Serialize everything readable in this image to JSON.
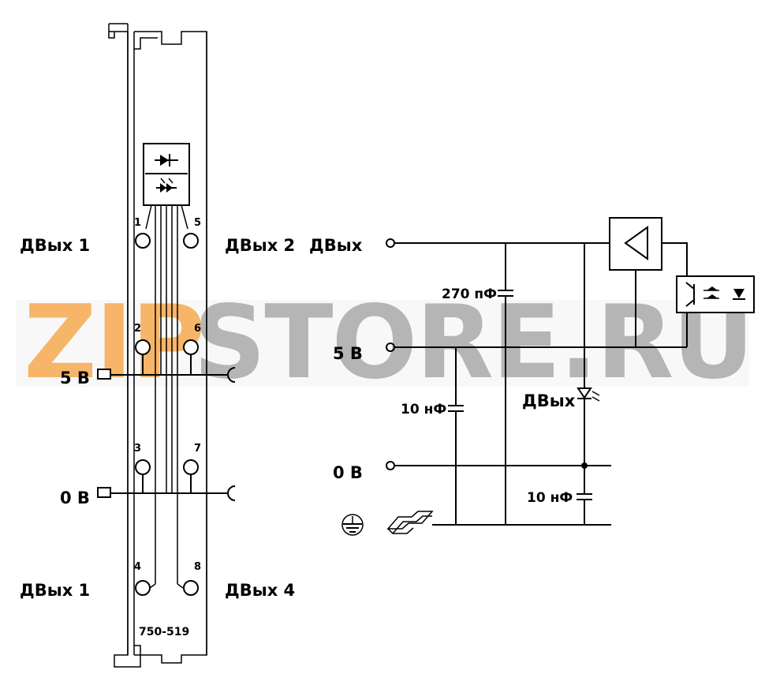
{
  "watermark": {
    "part1": "ZIP",
    "part2": "STORE.RU",
    "colors": {
      "part1": "#f5a94f",
      "part2": "#a9a9a9"
    }
  },
  "module": {
    "model": "750-519",
    "pins": [
      "1",
      "5",
      "2",
      "6",
      "3",
      "7",
      "4",
      "8"
    ],
    "labels": {
      "top_left": "ДВых 1",
      "top_right": "ДВых 2",
      "supply_5v": "5 В",
      "supply_0v": "0 В",
      "bottom_left": "ДВых 1",
      "bottom_right": "ДВых 4"
    }
  },
  "schematic": {
    "labels": {
      "dout": "ДВых",
      "supply_5v": "5 В",
      "supply_0v": "0 В",
      "led_dout": "ДВых",
      "cap_270": "270 пФ",
      "cap_10_left": "10 нФ",
      "cap_10_right": "10 нФ"
    }
  }
}
